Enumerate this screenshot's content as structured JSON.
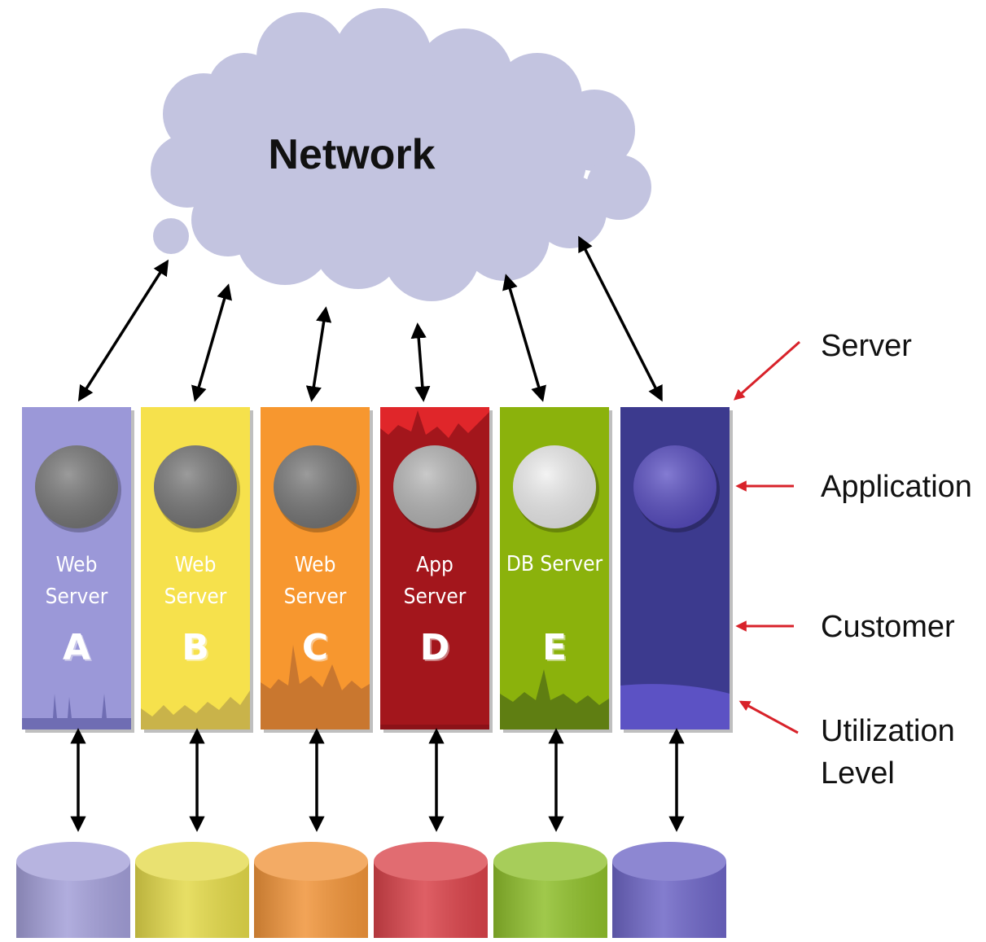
{
  "diagram": {
    "cloud_label": "Network",
    "legend": {
      "server": "Server",
      "application": "Application",
      "customer": "Customer",
      "utilization_line1": "Utilization",
      "utilization_line2": "Level"
    },
    "servers": [
      {
        "line1": "Web",
        "line2": "Server",
        "letter": "A",
        "color": "#9b98d8",
        "util_color": "#6f6db3",
        "circle": "#7a7a7a",
        "top_color": null
      },
      {
        "line1": "Web",
        "line2": "Server",
        "letter": "B",
        "color": "#f6e14c",
        "util_color": "#c9b34a",
        "circle": "#7a7a7a",
        "top_color": null
      },
      {
        "line1": "Web",
        "line2": "Server",
        "letter": "C",
        "color": "#f7972f",
        "util_color": "#c9772f",
        "circle": "#7a7a7a",
        "top_color": null
      },
      {
        "line1": "App",
        "line2": "Server",
        "letter": "D",
        "color": "#a3161c",
        "util_color": "#8c1218",
        "circle": "#b8b8b8",
        "top_color": "#e0262a"
      },
      {
        "line1": "DB Server",
        "line2": "",
        "letter": "E",
        "color": "#8bb20c",
        "util_color": "#5f7e12",
        "circle": "#f0f0f0",
        "top_color": null
      },
      {
        "line1": "",
        "line2": "",
        "letter": "",
        "color": "#3c3a8e",
        "util_color": "#5c52c4",
        "circle": "#5b50c4",
        "top_color": null
      }
    ],
    "databases": [
      {
        "color": "#a39fd8"
      },
      {
        "color": "#e3d94a"
      },
      {
        "color": "#f0943a"
      },
      {
        "color": "#d9434a"
      },
      {
        "color": "#8fbf2c"
      },
      {
        "color": "#6e66c6"
      }
    ],
    "arrow_color": "#000000",
    "pointer_color": "#d8222a"
  }
}
